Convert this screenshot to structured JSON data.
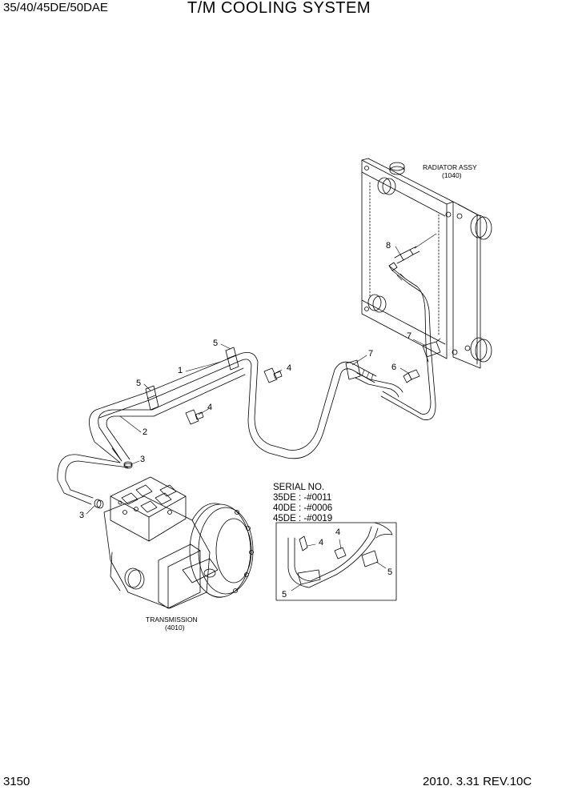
{
  "header": {
    "model": "35/40/45DE/50DAE",
    "title": "T/M COOLING SYSTEM"
  },
  "footer": {
    "page_number": "3150",
    "revision": "2010. 3.31  REV.10C"
  },
  "assemblies": {
    "radiator": {
      "name": "RADIATOR ASSY",
      "code": "(1040)"
    },
    "transmission": {
      "name": "TRANSMISSION",
      "code": "(4010)"
    }
  },
  "callouts": {
    "c1": "1",
    "c2": "2",
    "c3a": "3",
    "c3b": "3",
    "c4a": "4",
    "c4b": "4",
    "c5a": "5",
    "c5b": "5",
    "c6": "6",
    "c7a": "7",
    "c7b": "7",
    "c8": "8"
  },
  "serial_box": {
    "heading": "SERIAL NO.",
    "lines": [
      "35DE : -#0011",
      "40DE : -#0006",
      "45DE : -#0019"
    ],
    "callouts": {
      "c4a": "4",
      "c4b": "4",
      "c5a": "5",
      "c5b": "5"
    }
  }
}
